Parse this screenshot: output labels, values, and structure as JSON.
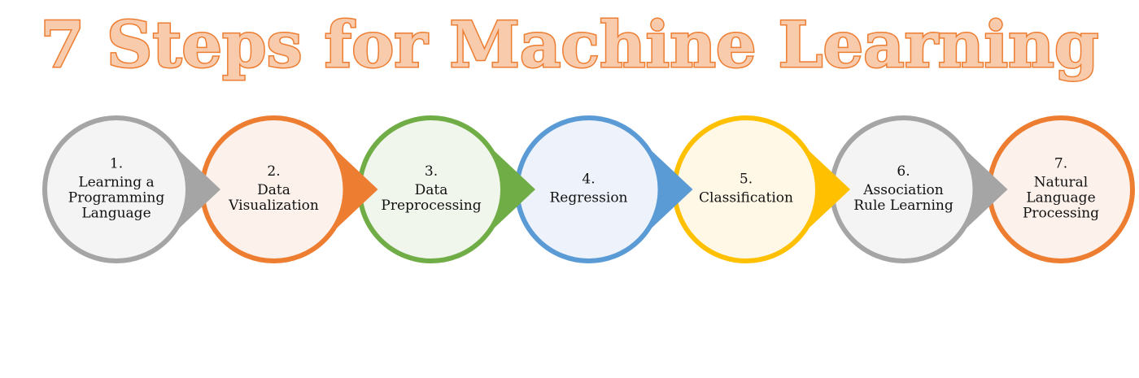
{
  "title": "7 Steps for Machine Learning",
  "colors": {
    "title_fill": "#F8CBAD",
    "title_stroke": "#ED7D31"
  },
  "steps": [
    {
      "number": "1.",
      "lines": [
        "Learning a",
        "Programming",
        "Language"
      ],
      "ring": "#A5A5A5",
      "fill": "#F4F4F4"
    },
    {
      "number": "2.",
      "lines": [
        "Data",
        "Visualization"
      ],
      "ring": "#ED7D31",
      "fill": "#FCF1EB"
    },
    {
      "number": "3.",
      "lines": [
        "Data",
        "Preprocessing"
      ],
      "ring": "#70AD47",
      "fill": "#F1F6ED"
    },
    {
      "number": "4.",
      "lines": [
        "Regression"
      ],
      "ring": "#5B9BD5",
      "fill": "#EEF3FB"
    },
    {
      "number": "5.",
      "lines": [
        "Classification"
      ],
      "ring": "#FFC000",
      "fill": "#FFF8E6"
    },
    {
      "number": "6.",
      "lines": [
        "Association",
        "Rule Learning"
      ],
      "ring": "#A5A5A5",
      "fill": "#F4F4F4"
    },
    {
      "number": "7.",
      "lines": [
        "Natural",
        "Language",
        "Processing"
      ],
      "ring": "#ED7D31",
      "fill": "#FCF1EB"
    }
  ]
}
